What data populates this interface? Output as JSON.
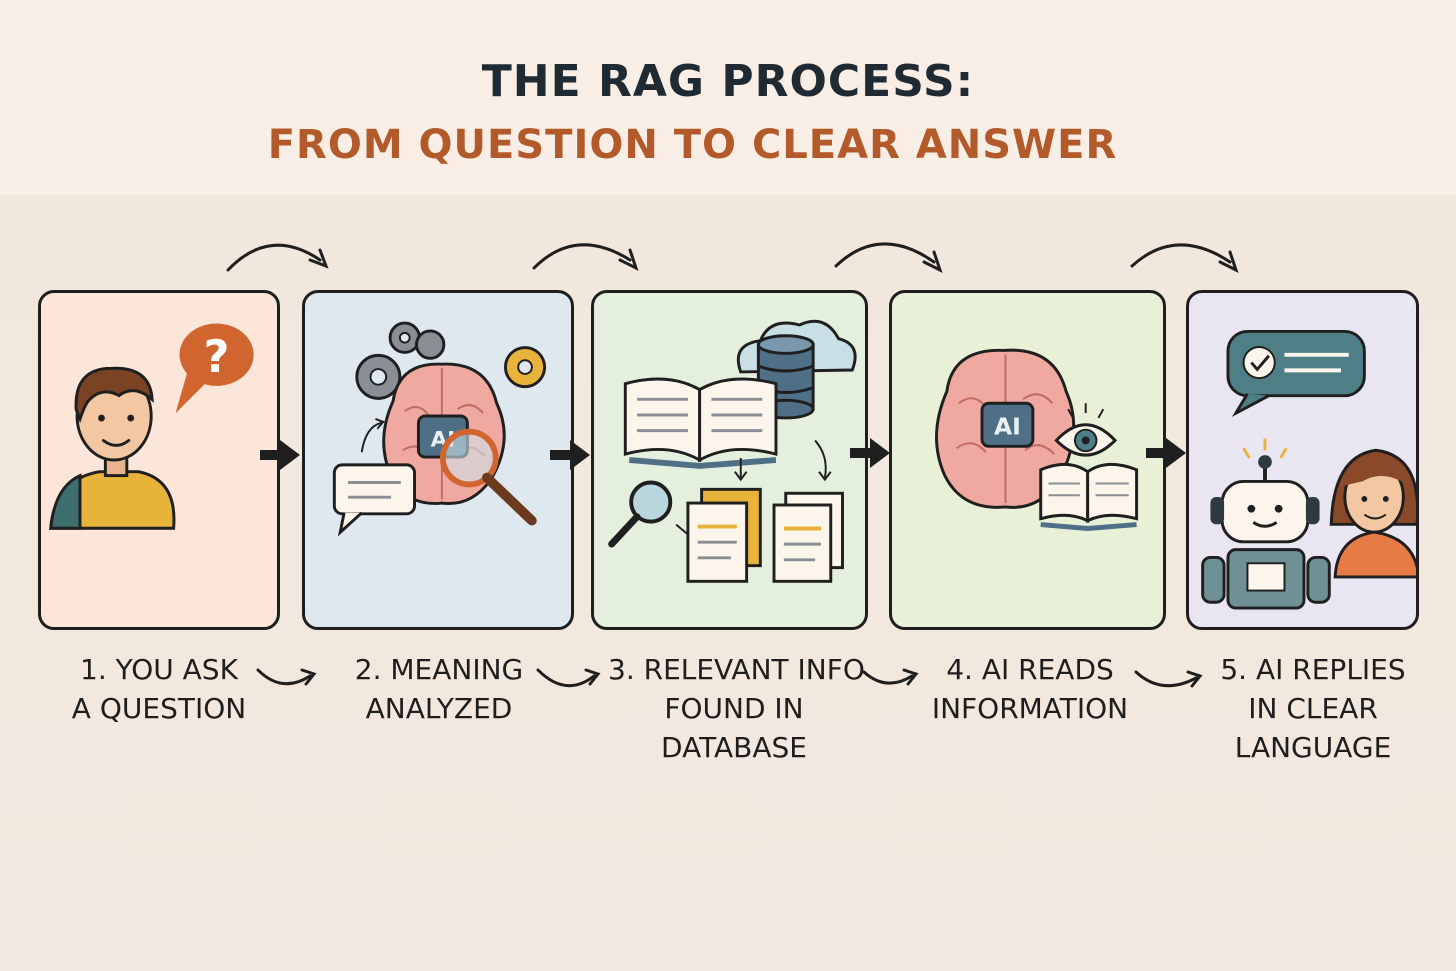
{
  "title": "THE RAG PROCESS:",
  "subtitle": "FROM QUESTION TO CLEAR ANSWER",
  "colors": {
    "title": "#1f2a33",
    "subtitle": "#b35a2a",
    "outline": "#1f1f1f",
    "brain": "#f0a9a0",
    "accent_orange": "#d0652f",
    "accent_yellow": "#e8b33a",
    "accent_teal": "#4e7f86"
  },
  "steps": [
    {
      "lines": [
        "1. YOU ASK",
        "A QUESTION"
      ],
      "icons": [
        "person-icon",
        "question-bubble-icon"
      ]
    },
    {
      "lines": [
        "2. MEANING",
        "ANALYZED"
      ],
      "icons": [
        "gears-icon",
        "brain-icon",
        "ai-badge-icon",
        "magnifier-icon",
        "chat-bubble-icon"
      ]
    },
    {
      "lines": [
        "3. RELEVANT INFO",
        "FOUND IN",
        "DATABASE"
      ],
      "icons": [
        "open-book-icon",
        "cloud-icon",
        "database-icon",
        "magnifier-icon",
        "documents-icon"
      ]
    },
    {
      "lines": [
        "4. AI READS",
        "INFORMATION"
      ],
      "icons": [
        "brain-icon",
        "ai-badge-icon",
        "eye-icon",
        "open-book-icon"
      ]
    },
    {
      "lines": [
        "5. AI REPLIES",
        "IN CLEAR",
        "LANGUAGE"
      ],
      "icons": [
        "checkmark-bubble-icon",
        "robot-icon",
        "person-icon"
      ]
    }
  ],
  "badges": {
    "panel2_ai": "AI",
    "panel4_ai": "AI"
  }
}
